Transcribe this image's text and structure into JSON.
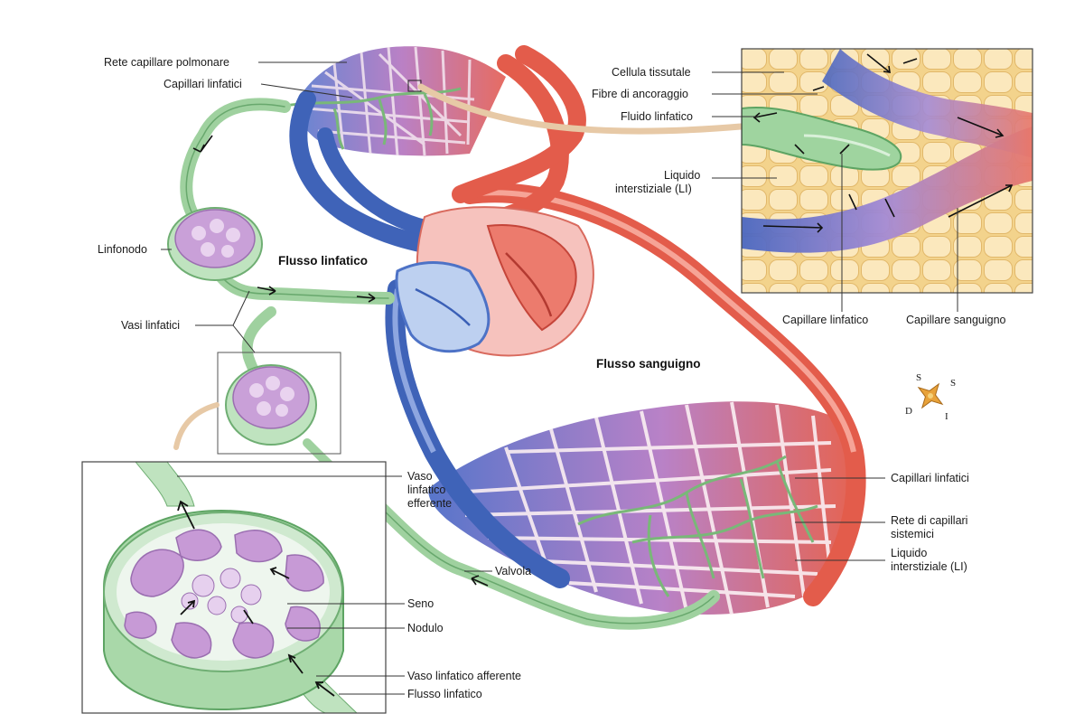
{
  "labels": {
    "rete_capillare_polmonare": "Rete capillare polmonare",
    "capillari_linfatici_top": "Capillari linfatici",
    "linfonodo": "Linfonodo",
    "flusso_linfatico_main": "Flusso linfatico",
    "vasi_linfatici": "Vasi linfatici",
    "flusso_sanguigno": "Flusso sanguigno",
    "cellula_tissutale": "Cellula tissutale",
    "fibre_di_ancoraggio": "Fibre di ancoraggio",
    "fluido_linfatico": "Fluido linfatico",
    "liquido_interstiziale_1": "Liquido",
    "liquido_interstiziale_2": "interstiziale (LI)",
    "capillare_linfatico": "Capillare linfatico",
    "capillare_sanguigno": "Capillare sanguigno",
    "capillari_linfatici_right": "Capillari linfatici",
    "rete_capillari_sistemici_1": "Rete di capillari",
    "rete_capillari_sistemici_2": "sistemici",
    "liquido_li_right_1": "Liquido",
    "liquido_li_right_2": "interstiziale (LI)",
    "valvola": "Valvola",
    "vaso_efferente_1": "Vaso",
    "vaso_efferente_2": "linfatico",
    "vaso_efferente_3": "efferente",
    "seno": "Seno",
    "nodulo": "Nodulo",
    "vaso_afferente": "Vaso linfatico afferente",
    "flusso_linfatico_inset": "Flusso linfatico"
  },
  "compass": {
    "s1": "S",
    "s2": "S",
    "d": "D",
    "i": "I"
  },
  "colors": {
    "lymph": "#bfe3bf",
    "lymph_dark": "#6fae73",
    "venous": "#3f63b8",
    "arterial": "#e35c4b",
    "node_purple": "#c9a0d8",
    "tissue_cell": "#f8e0a6"
  }
}
